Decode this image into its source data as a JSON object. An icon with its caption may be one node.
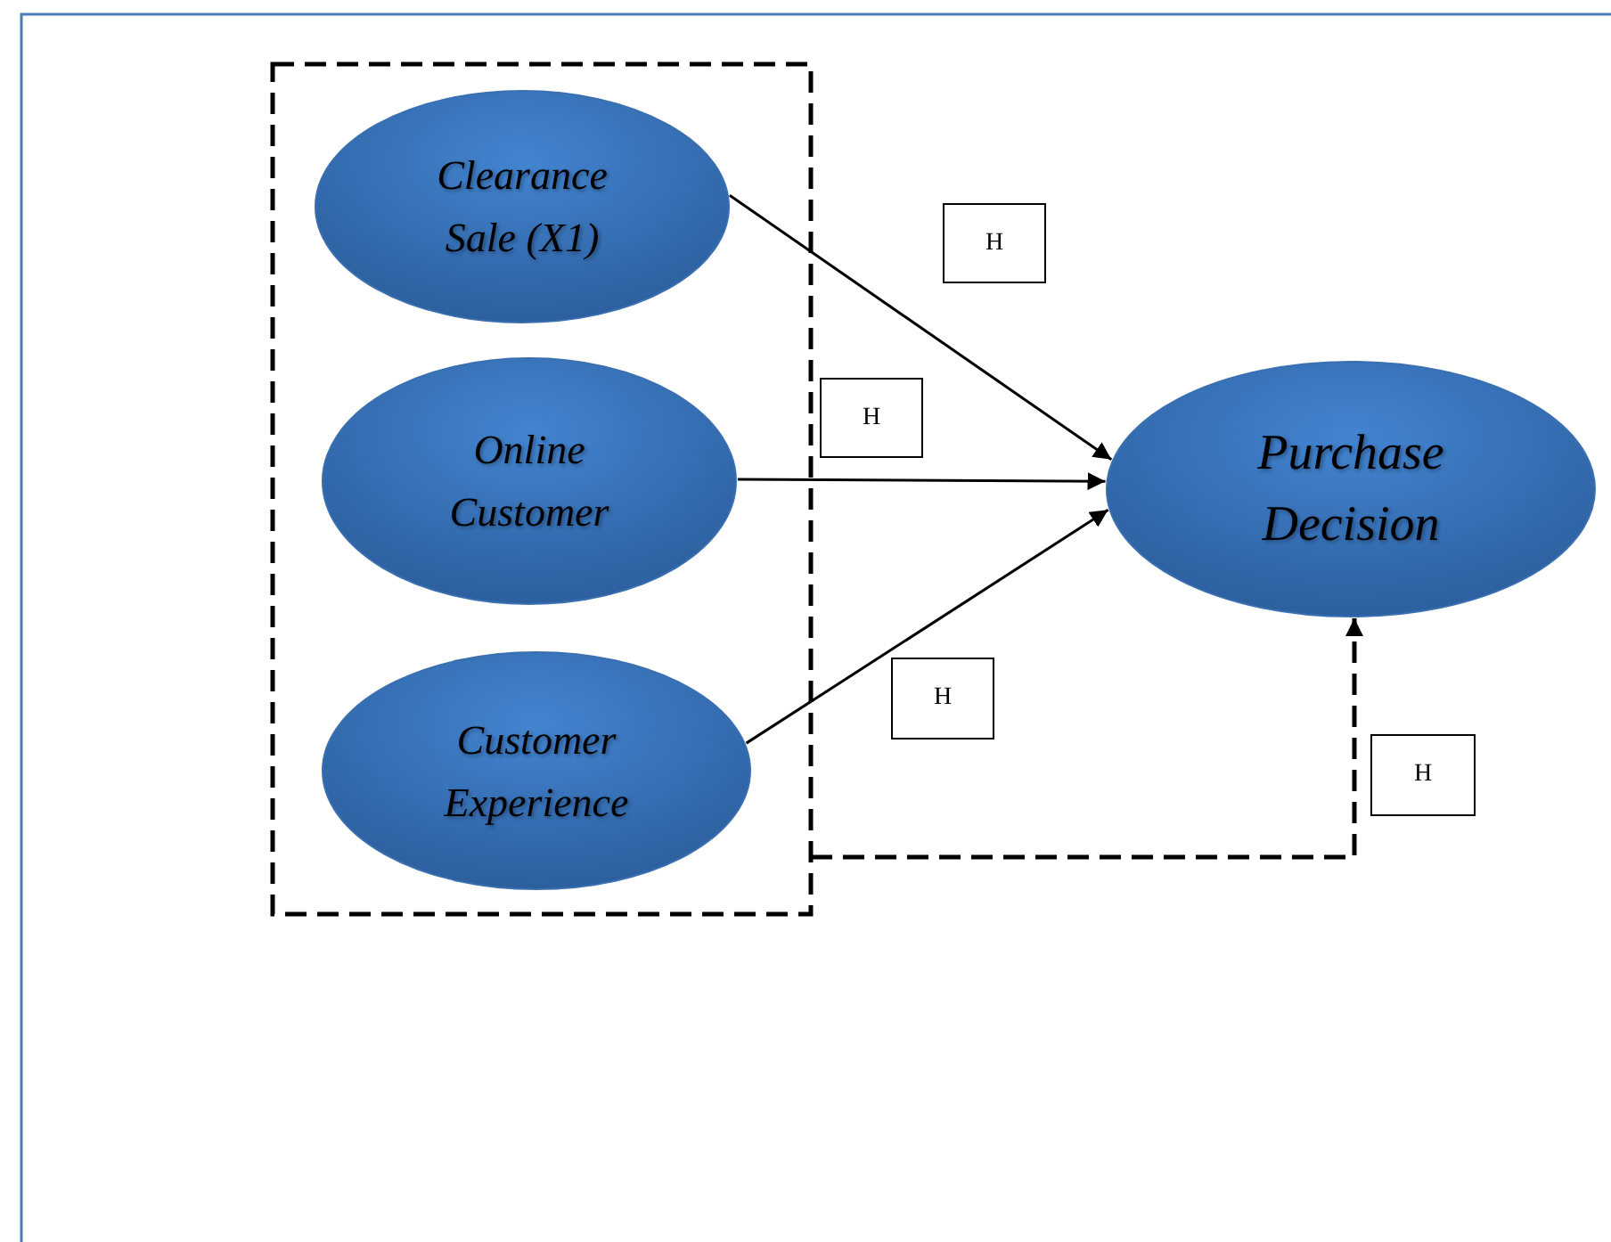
{
  "diagram": {
    "nodes": [
      {
        "text": [],
        "shape": "box"
      },
      {
        "text": [
          "Clearance Sale (X1)"
        ],
        "in": 0
      },
      {
        "text": [
          "Online Customer"
        ],
        "in": 0
      },
      {
        "text": [
          "Customer Experience"
        ],
        "in": 0
      },
      {
        "text": [
          "Purchase Decision"
        ]
      },
      {
        "text": [
          "H"
        ]
      },
      {
        "text": [
          "H"
        ]
      },
      {
        "text": [
          "H"
        ]
      },
      {
        "text": [
          "H"
        ]
      }
    ],
    "edges": [
      {
        "from": 1,
        "to": 4,
        "arrow": "to"
      },
      {
        "from": 2,
        "to": 4,
        "arrow": "to"
      },
      {
        "from": 3,
        "to": 4,
        "arrow": "to"
      },
      {
        "from": 0,
        "to": 4,
        "arrow": "to",
        "style": "dashed"
      }
    ]
  }
}
